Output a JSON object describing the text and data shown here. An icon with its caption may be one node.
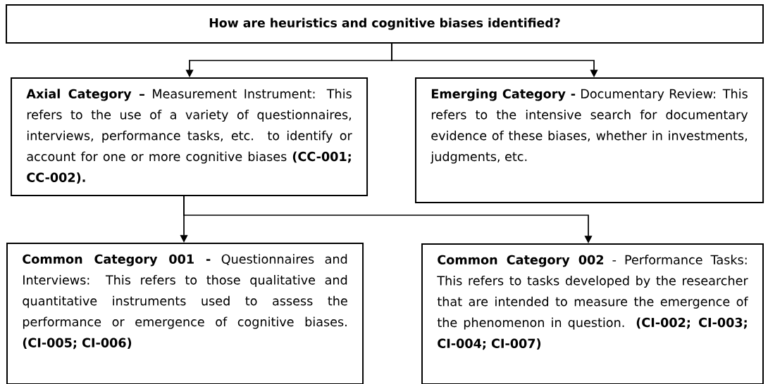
{
  "diagram": {
    "nodes": [
      {
        "text": [
          "How are heuristics and cognitive biases identified?"
        ]
      },
      {
        "text": [
          "**Axial Category –** Measurement Instrument: This refers to the use of a variety of questionnaires, interviews, performance tasks, etc. to identify or account for one or more cognitive biases **(CC-001; CC-002).**"
        ]
      },
      {
        "text": [
          "**Emerging Category -** Documentary Review: This refers to the intensive search for documentary evidence of these biases, whether in investments, judgments, etc."
        ]
      },
      {
        "text": [
          "**Common Category 001 -** Questionnaires and Interviews: This refers to those qualitative and quantitative instruments used to assess the performance or emergence of cognitive biases. **(CI-005; CI-006)**"
        ]
      },
      {
        "text": [
          "**Common Category 002** - Performance Tasks: This refers to tasks developed by the researcher that are intended to measure the emergence of the phenomenon in question. **(CI-002; CI-003; CI-004; CI-007)**"
        ]
      }
    ],
    "edges": [
      {
        "from": 0,
        "to": 1,
        "arrow": "to"
      },
      {
        "from": 0,
        "to": 2,
        "arrow": "to"
      },
      {
        "from": 1,
        "to": 3,
        "arrow": "to"
      },
      {
        "from": 1,
        "to": 4,
        "arrow": "to"
      }
    ]
  }
}
